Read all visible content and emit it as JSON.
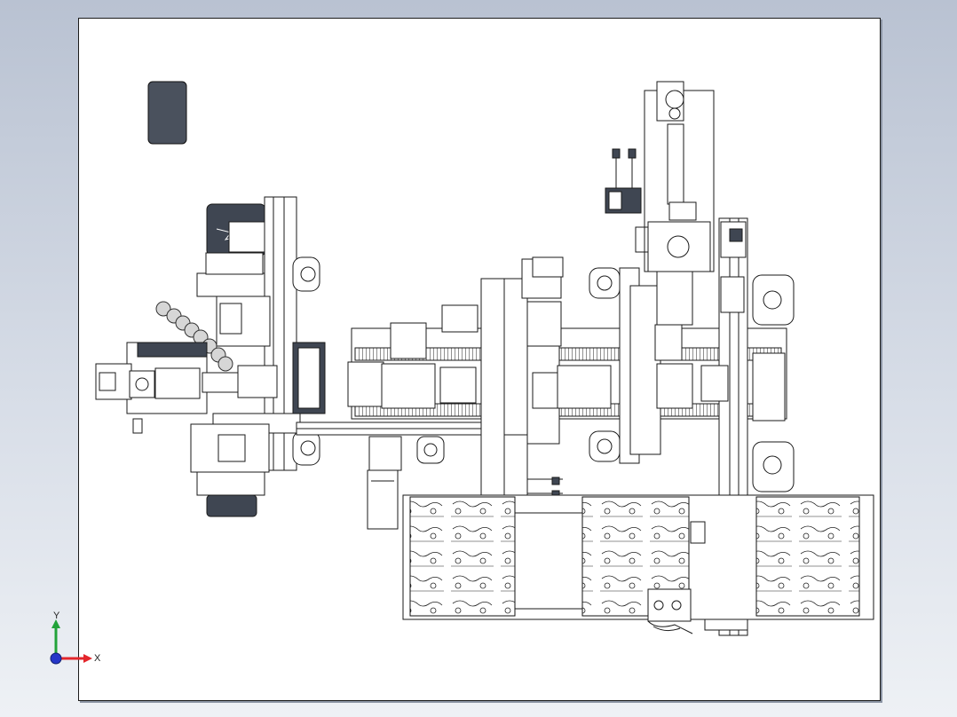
{
  "view": {
    "type": "CAD assembly drawing, top view",
    "colors": {
      "background_top": "#b9c2d2",
      "background_bottom": "#eef1f5",
      "sheet": "#ffffff",
      "line": "#1a1a1a",
      "dark_part": "#3f4652",
      "axis_x": "#e3262b",
      "axis_y": "#22a33a",
      "origin": "#2536c8"
    }
  },
  "triad": {
    "x_label": "X",
    "y_label": "Y"
  }
}
